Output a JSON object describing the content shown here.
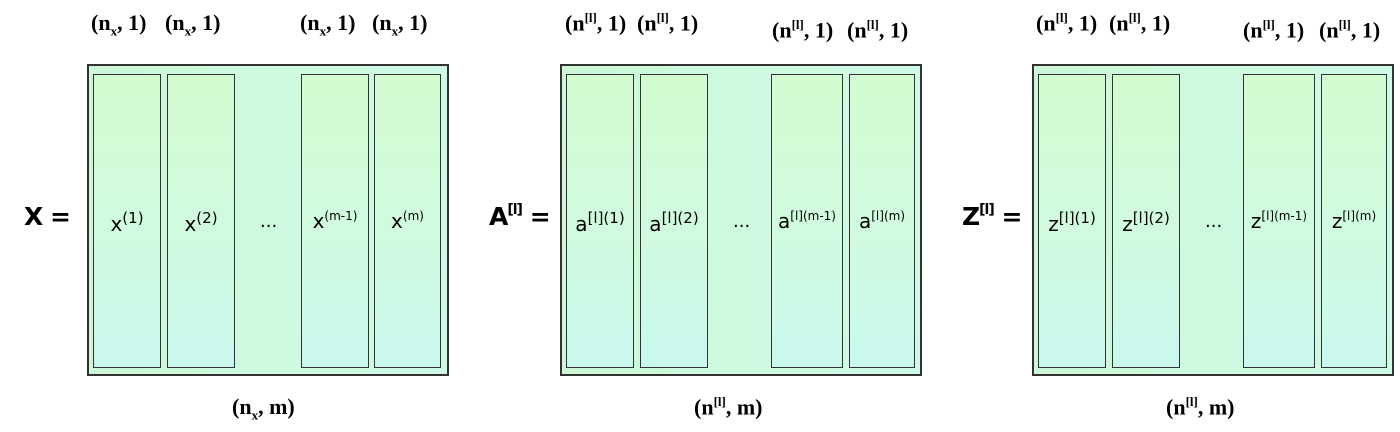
{
  "panels": [
    {
      "lhs": {
        "base": "X",
        "sup": "",
        "eq": "="
      },
      "cols": [
        {
          "base": "x",
          "sup": "(1)"
        },
        {
          "base": "x",
          "sup": "(2)"
        },
        {
          "base": "x",
          "sup": "(m-1)"
        },
        {
          "base": "x",
          "sup": "(m)"
        }
      ],
      "ellipsis": "...",
      "top_dims": [
        {
          "open": "(n",
          "sub": "x",
          "sup": "",
          "close": ", 1)"
        },
        {
          "open": "(n",
          "sub": "x",
          "sup": "",
          "close": ", 1)"
        },
        {
          "open": "(n",
          "sub": "x",
          "sup": "",
          "close": ", 1)"
        },
        {
          "open": "(n",
          "sub": "x",
          "sup": "",
          "close": ", 1)"
        }
      ],
      "bottom_dim": {
        "open": "(n",
        "sub": "x",
        "sup": "",
        "close": ", m)"
      }
    },
    {
      "lhs": {
        "base": "A",
        "sup": "[l]",
        "eq": "="
      },
      "cols": [
        {
          "base": "a",
          "sup": "[l](1)"
        },
        {
          "base": "a",
          "sup": "[l](2)"
        },
        {
          "base": "a",
          "sup": "[l](m-1)"
        },
        {
          "base": "a",
          "sup": "[l](m)"
        }
      ],
      "ellipsis": "...",
      "top_dims": [
        {
          "open": "(n",
          "sub": "",
          "sup": "[l]",
          "close": ", 1)"
        },
        {
          "open": "(n",
          "sub": "",
          "sup": "[l]",
          "close": ", 1)"
        },
        {
          "open": "(n",
          "sub": "",
          "sup": "[l]",
          "close": ", 1)"
        },
        {
          "open": "(n",
          "sub": "",
          "sup": "[l]",
          "close": ", 1)"
        }
      ],
      "bottom_dim": {
        "open": "(n",
        "sub": "",
        "sup": "[l]",
        "close": ", m)"
      }
    },
    {
      "lhs": {
        "base": "Z",
        "sup": "[l]",
        "eq": "="
      },
      "cols": [
        {
          "base": "z",
          "sup": "[l](1)"
        },
        {
          "base": "z",
          "sup": "[l](2)"
        },
        {
          "base": "z",
          "sup": "[l](m-1)"
        },
        {
          "base": "z",
          "sup": "[l](m)"
        }
      ],
      "ellipsis": "...",
      "top_dims": [
        {
          "open": "(n",
          "sub": "",
          "sup": "[l]",
          "close": ", 1)"
        },
        {
          "open": "(n",
          "sub": "",
          "sup": "[l]",
          "close": ", 1)"
        },
        {
          "open": "(n",
          "sub": "",
          "sup": "[l]",
          "close": ", 1)"
        },
        {
          "open": "(n",
          "sub": "",
          "sup": "[l]",
          "close": ", 1)"
        }
      ],
      "bottom_dim": {
        "open": "(n",
        "sub": "",
        "sup": "[l]",
        "close": ", m)"
      }
    }
  ]
}
